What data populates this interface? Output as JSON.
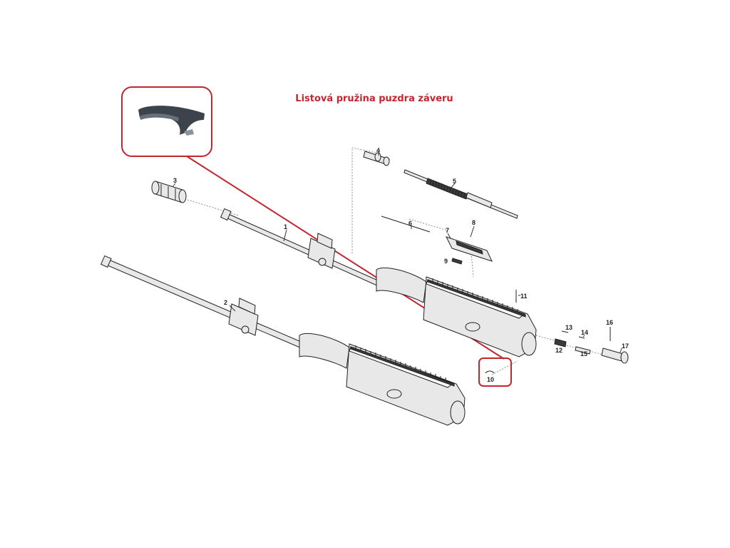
{
  "title": "Listová pružina puzdra záveru",
  "colors": {
    "highlight": "#c4262e",
    "line": "#222222",
    "part_fill": "#e8e8e8",
    "part_dark": "#3a3a3a",
    "spring_dark": "#3c434a"
  },
  "callouts": {
    "n1": "1",
    "n2": "2",
    "n3": "3",
    "n4": "4",
    "n5": "5",
    "n6": "6",
    "n7": "7",
    "n8": "8",
    "n9": "9",
    "n10": "10",
    "n11": "11",
    "n12": "12",
    "n13": "13",
    "n14": "14",
    "n15": "15",
    "n16": "16",
    "n17": "17"
  }
}
